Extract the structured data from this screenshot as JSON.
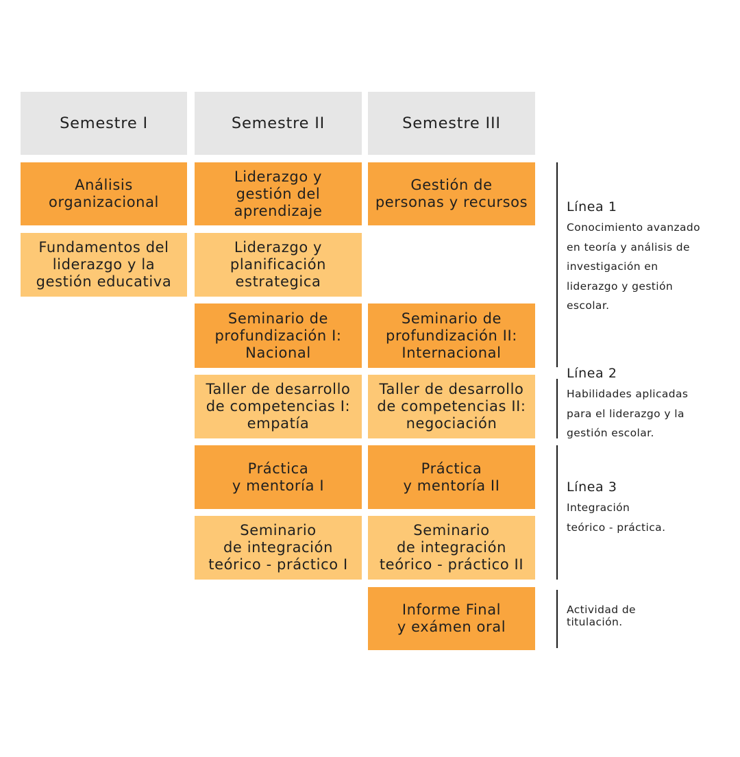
{
  "headers": [
    "Semestre I",
    "Semestre II",
    "Semestre III"
  ],
  "courses": {
    "analisis": "Análisis\norganizacional",
    "fundamentos": "Fundamentos del\nliderazgo y la\ngestión educativa",
    "liderazgo_aprendizaje": "Liderazgo y\ngestión del\naprendizaje",
    "liderazgo_planificacion": "Liderazgo y\nplanificación\nestrategica",
    "seminario_prof_1": "Seminario de\nprofundización I:\nNacional",
    "taller_1": "Taller de desarrollo\nde competencias I:\nempatía",
    "practica_1": "Práctica\ny mentoría I",
    "seminario_int_1": "Seminario\nde integración\nteórico - práctico I",
    "gestion_personas": "Gestión de\npersonas y recursos",
    "seminario_prof_2": "Seminario de\nprofundización II:\nInternacional",
    "taller_2": "Taller de desarrollo\nde competencias II:\nnegociación",
    "practica_2": "Práctica\ny mentoría II",
    "seminario_int_2": "Seminario\nde integración\nteórico - práctico II",
    "informe_final": "Informe Final\ny exámen oral"
  },
  "lines": [
    {
      "title": "Línea 1",
      "description": "Conocimiento avanzado\nen teoría y análisis de\ninvestigación en\nliderazgo y gestión\nescolar."
    },
    {
      "title": "Línea 2",
      "description": "Habilidades aplicadas\npara el liderazgo y la\ngestión escolar."
    },
    {
      "title": "Línea 3",
      "description": "Integración\nteórico - práctica."
    }
  ],
  "titulacion_note": "Actividad de\ntitulación.",
  "colors": {
    "header": "#e6e6e6",
    "core_course": "#f9a53e",
    "secondary_course": "#fdc875",
    "bracket": "#1a1a1a"
  }
}
